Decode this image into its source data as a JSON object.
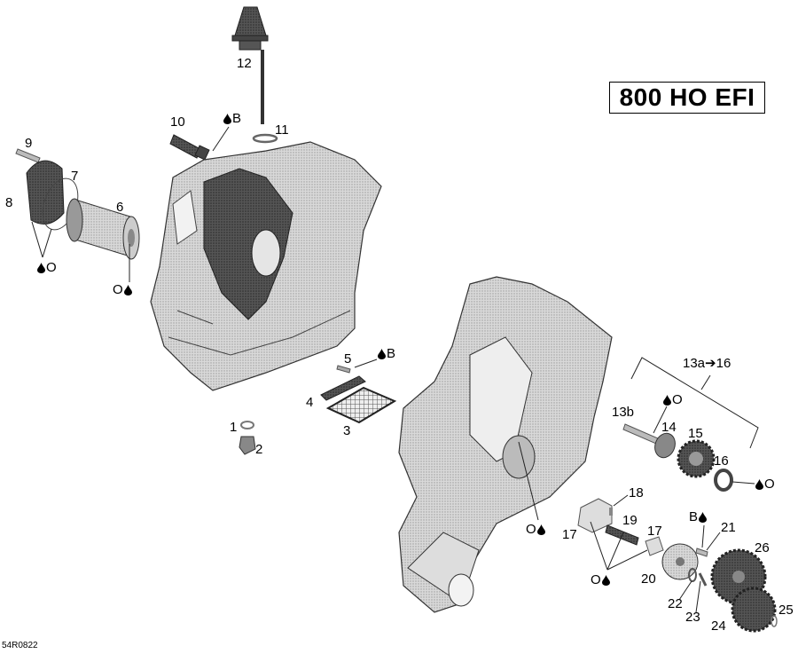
{
  "diagram": {
    "title": "800 HO EFI",
    "reference_code": "54R0822",
    "type": "exploded parts diagram",
    "subject": "engine crankcase and oil pump assembly",
    "lubricant_legend": {
      "drop_icon": "oil-drop-icon",
      "O": "O",
      "B": "B"
    },
    "callouts": [
      {
        "id": "1",
        "label": "1"
      },
      {
        "id": "2",
        "label": "2"
      },
      {
        "id": "3",
        "label": "3"
      },
      {
        "id": "4",
        "label": "4"
      },
      {
        "id": "5",
        "label": "5"
      },
      {
        "id": "6",
        "label": "6"
      },
      {
        "id": "7",
        "label": "7"
      },
      {
        "id": "8",
        "label": "8"
      },
      {
        "id": "9",
        "label": "9"
      },
      {
        "id": "10",
        "label": "10"
      },
      {
        "id": "11",
        "label": "11"
      },
      {
        "id": "12",
        "label": "12"
      },
      {
        "id": "13a_16",
        "label": "13a➔16"
      },
      {
        "id": "13b",
        "label": "13b"
      },
      {
        "id": "14",
        "label": "14"
      },
      {
        "id": "15",
        "label": "15"
      },
      {
        "id": "16",
        "label": "16"
      },
      {
        "id": "17a",
        "label": "17"
      },
      {
        "id": "17b",
        "label": "17"
      },
      {
        "id": "18",
        "label": "18"
      },
      {
        "id": "19",
        "label": "19"
      },
      {
        "id": "20",
        "label": "20"
      },
      {
        "id": "21",
        "label": "21"
      },
      {
        "id": "22",
        "label": "22"
      },
      {
        "id": "23",
        "label": "23"
      },
      {
        "id": "24",
        "label": "24"
      },
      {
        "id": "25",
        "label": "25"
      },
      {
        "id": "26",
        "label": "26"
      }
    ],
    "lube_marks": [
      {
        "id": "lube-filter-cover",
        "letter": "O",
        "drop_first": true
      },
      {
        "id": "lube-filter",
        "letter": "O",
        "drop_first": false
      },
      {
        "id": "lube-sensor",
        "letter": "B",
        "drop_first": true
      },
      {
        "id": "lube-screw-5",
        "letter": "B",
        "drop_first": true
      },
      {
        "id": "lube-crankcase",
        "letter": "O",
        "drop_first": false
      },
      {
        "id": "lube-shaft-13b",
        "letter": "O",
        "drop_first": true
      },
      {
        "id": "lube-seal-16",
        "letter": "O",
        "drop_first": true
      },
      {
        "id": "lube-pump-parts",
        "letter": "O",
        "drop_first": false
      },
      {
        "id": "lube-screw-21",
        "letter": "B",
        "drop_first": false
      }
    ]
  }
}
